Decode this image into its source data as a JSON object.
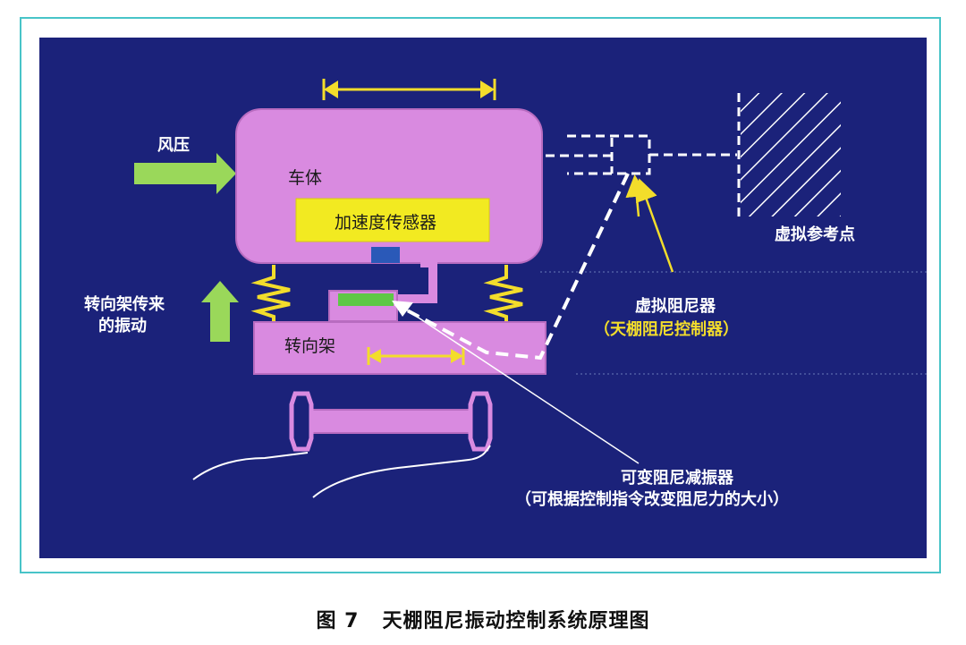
{
  "labels": {
    "wind_pressure": "风压",
    "car_body": "车体",
    "accelerometer": "加速度传感器",
    "bogie_vibration_line1": "转向架传来",
    "bogie_vibration_line2": "的振动",
    "bogie": "转向架",
    "virtual_reference": "虚拟参考点",
    "virtual_damper": "虚拟阻尼器",
    "skyhook_controller": "（天棚阻尼控制器）",
    "variable_damper": "可变阻尼减振器",
    "variable_damper_note": "（可根据控制指令改变阻尼力的大小）"
  },
  "caption": {
    "figure_no": "图 7",
    "title": "天棚阻尼振动控制系统原理图"
  },
  "colors": {
    "frame": "#48c4c8",
    "background": "#1b227a",
    "body": "#d98ae0",
    "sensor": "#f2ea21",
    "arrow_green": "#9ad85a",
    "arrow_yellow": "#f3dd2b"
  }
}
